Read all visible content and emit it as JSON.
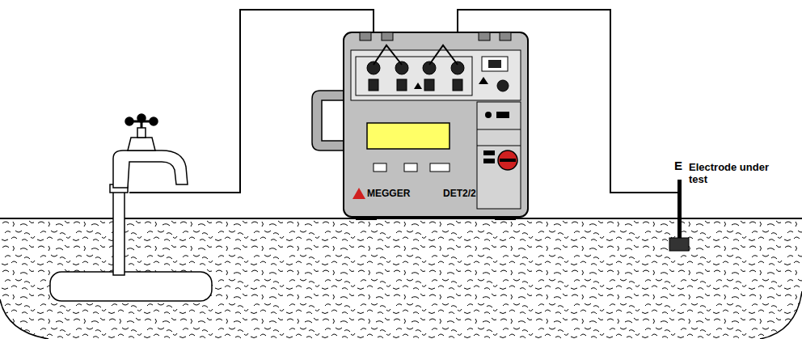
{
  "diagram": {
    "labels": [
      "E",
      "Electrode under test",
      "MEGGER",
      "DET2/2"
    ]
  }
}
